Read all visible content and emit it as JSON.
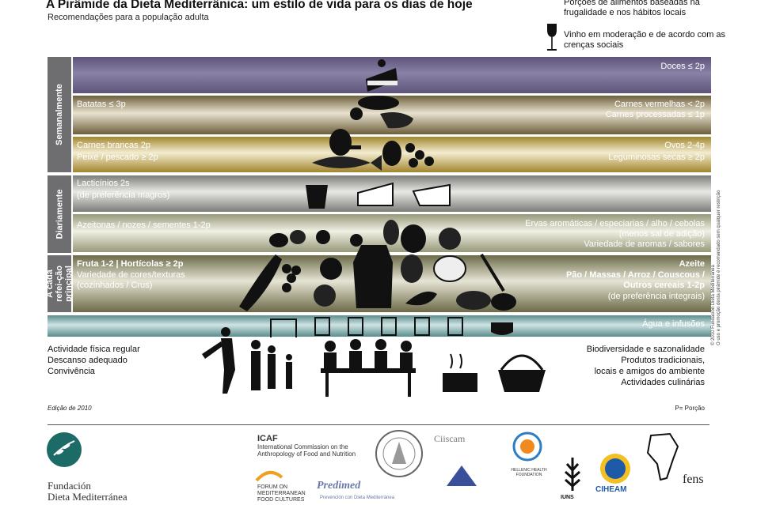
{
  "header": {
    "title": "A Pirâmide da Dieta Mediterrânica: um estilo de vida para os dias de hoje",
    "subtitle": "Recomendações para a população adulta",
    "note_frugal": "Porções de alimentos baseadas na frugalidade e nos hábitos locais",
    "note_wine": "Vinho em moderação e de acordo com as crenças sociais"
  },
  "sections": {
    "weekly": "Semanalmente",
    "daily": "Diariamente",
    "every_meal": "A cada refei-ção principal"
  },
  "bands": {
    "sweets": {
      "right": "Doces ≤ 2p"
    },
    "potatoes_meat": {
      "left": "Batatas ≤ 3p",
      "right_1": "Carnes vermelhas < 2p",
      "right_2": "Carnes processadas ≤ 1p"
    },
    "poultry_fish": {
      "left_1": "Carnes brancas 2p",
      "left_2": "Peixe / pescado ≥ 2p",
      "right_1": "Ovos 2-4p",
      "right_2": "Leguminosas secas ≥ 2p"
    },
    "dairy": {
      "left_1": "Lacticínios 2s",
      "left_2": "(de preferência magros)"
    },
    "nuts_herbs": {
      "left": "Azeitonas / nozes / sementes 1-2p",
      "right_1": "Ervas aromáticas / especiarias / alho / cebolas",
      "right_2": "(menos sal de adição)",
      "right_3": "Variedade de aromas / sabores"
    },
    "main_meal": {
      "left_1": "Fruta 1-2 | Hortícolas ≥ 2p",
      "left_2": "Variedade de cores/texturas",
      "left_3": "(cozinhados / Crus)",
      "right_1": "Azeite",
      "right_2": "Pão / Massas / Arroz / Couscous /",
      "right_3": "Outros cereais 1-2p",
      "right_4": "(de preferência integrais)"
    },
    "water": {
      "right": "Água e infusões"
    }
  },
  "lifestyle": {
    "left_1": "Actividade física regular",
    "left_2": "Descanso adequado",
    "left_3": "Convivência",
    "right_1": "Biodiversidade e sazonalidade",
    "right_2": "Produtos tradicionais,",
    "right_3": "locais e amigos do ambiente",
    "right_4": "Actividades culinárias"
  },
  "footer": {
    "edition": "Edição de 2010",
    "portion_key": "P= Porção",
    "copyright": "© 2010 Fundación Dieta Mediterránea\nO uso e promoção desta pirâmide é recomendado sem qualquer restrição",
    "foundation_1": "Fundación",
    "foundation_2": "Dieta Mediterránea",
    "icaf_title": "ICAF",
    "icaf_1": "International Commission on the",
    "icaf_2": "Anthropology of Food and Nutrition",
    "forum_1": "FORUM ON",
    "forum_2": "MEDITERRANEAN",
    "forum_3": "FOOD CULTURES",
    "predimed": "Predimed",
    "predimed_sub": "Prevención con Dieta Mediterránea",
    "ciiscam": "Ciiscam",
    "hhf": "HELLENIC HEALTH FOUNDATION",
    "iuns": "IUNS",
    "ciheam": "CIHEAM",
    "fens": "fens"
  },
  "colors": {
    "sweets": "#6f6488",
    "meat": "#8a7a52",
    "poultry": "#b79a42",
    "dairy": "#8a8a86",
    "nuts": "#a9a98a",
    "main": "#7d7a58",
    "water": "#6e9a9a",
    "side": "#6e6e70",
    "foundation_teal": "#1d6b66"
  }
}
